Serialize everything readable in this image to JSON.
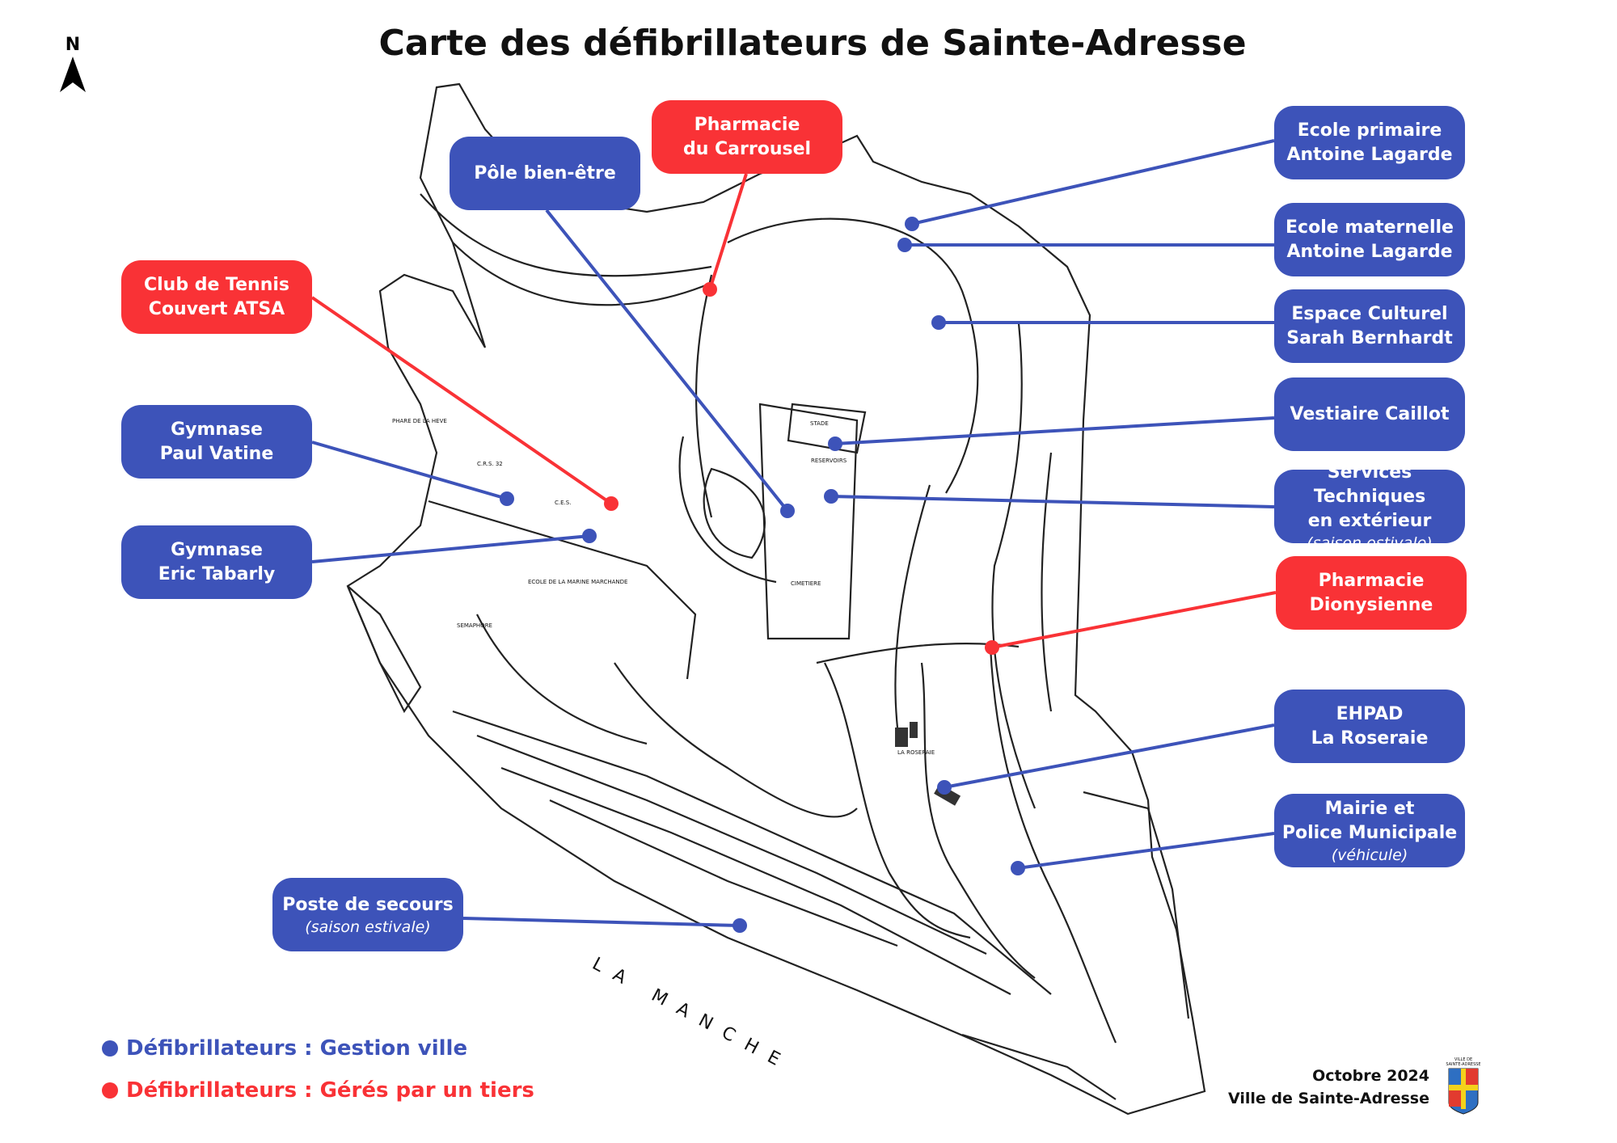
{
  "title": "Carte des défibrillateurs de Sainte-Adresse",
  "north_label": "N",
  "sea_label": "LA MANCHE",
  "colors": {
    "blue": "#3d53b9",
    "red": "#f93236"
  },
  "locations": [
    {
      "id": "pharmacie-carrousel",
      "lines": [
        "Pharmacie",
        "du Carrousel"
      ],
      "type": "red"
    },
    {
      "id": "pole-bien-etre",
      "lines": [
        "Pôle bien-être"
      ],
      "type": "blue"
    },
    {
      "id": "club-tennis",
      "lines": [
        "Club de Tennis",
        "Couvert ATSA"
      ],
      "type": "red"
    },
    {
      "id": "gymnase-vatine",
      "lines": [
        "Gymnase",
        "Paul Vatine"
      ],
      "type": "blue"
    },
    {
      "id": "gymnase-tabarly",
      "lines": [
        "Gymnase",
        "Eric Tabarly"
      ],
      "type": "blue"
    },
    {
      "id": "poste-secours",
      "lines": [
        "Poste de secours"
      ],
      "sub": "(saison estivale)",
      "type": "blue"
    },
    {
      "id": "ecole-primaire",
      "lines": [
        "Ecole primaire",
        "Antoine Lagarde"
      ],
      "type": "blue"
    },
    {
      "id": "ecole-maternelle",
      "lines": [
        "Ecole maternelle",
        "Antoine Lagarde"
      ],
      "type": "blue"
    },
    {
      "id": "espace-culturel",
      "lines": [
        "Espace Culturel",
        "Sarah Bernhardt"
      ],
      "type": "blue"
    },
    {
      "id": "vestiaire-caillot",
      "lines": [
        "Vestiaire Caillot"
      ],
      "type": "blue"
    },
    {
      "id": "services-techniques",
      "lines": [
        "Services Techniques",
        "en extérieur"
      ],
      "sub": "(saison estivale)",
      "type": "blue"
    },
    {
      "id": "pharmacie-dionysienne",
      "lines": [
        "Pharmacie",
        "Dionysienne"
      ],
      "type": "red"
    },
    {
      "id": "ehpad",
      "lines": [
        "EHPAD",
        "La Roseraie"
      ],
      "type": "blue"
    },
    {
      "id": "mairie",
      "lines": [
        "Mairie et",
        "Police Municipale"
      ],
      "sub": "(véhicule)",
      "type": "blue"
    }
  ],
  "map_labels": [
    "STADE",
    "RESERVOIRS",
    "CIMETIERE",
    "LA ROSERAIE",
    "SEMAPHORE",
    "ECOLE DE LA MARINE MARCHANDE",
    "C.E.S.",
    "C.R.S. 32",
    "PHARE DE LA HEVE"
  ],
  "legend": {
    "city": "Défibrillateurs : Gestion ville",
    "third_party": "Défibrillateurs : Gérés par un tiers"
  },
  "footer": {
    "date": "Octobre 2024",
    "org": "Ville de Sainte-Adresse",
    "logo_text": "VILLE DE SAINTE-ADRESSE"
  }
}
